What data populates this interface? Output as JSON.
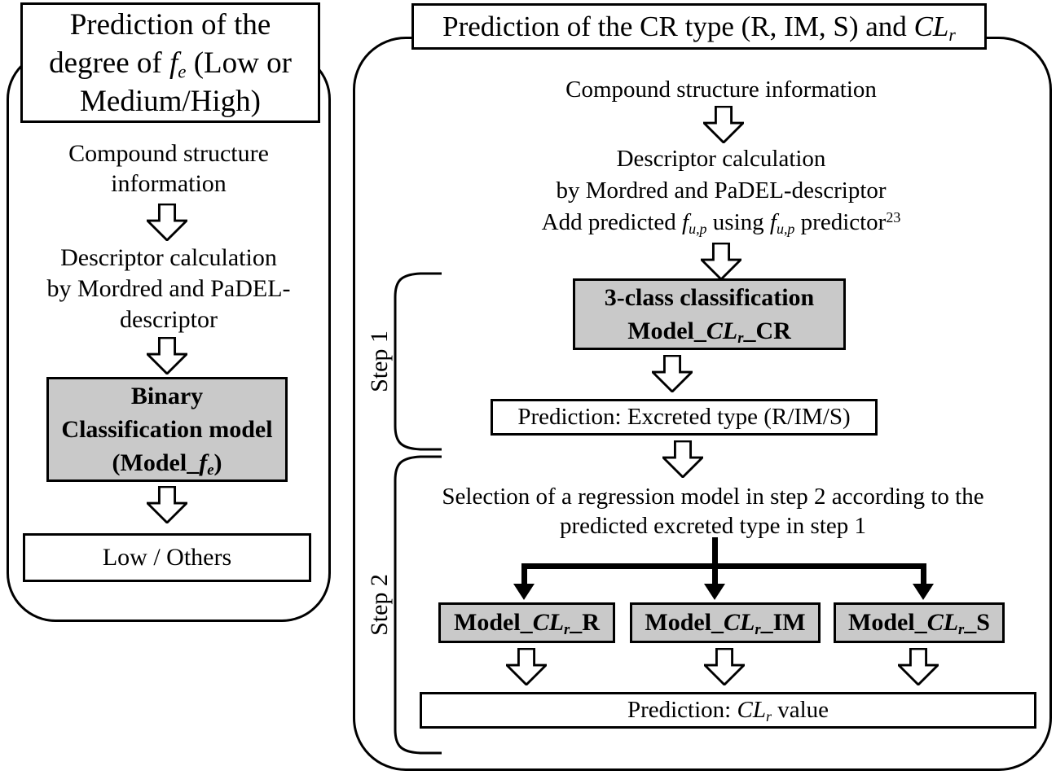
{
  "colors": {
    "background": "#ffffff",
    "line": "#000000",
    "model_box_fill": "#c9c9c9"
  },
  "left": {
    "title": {
      "line1": "Prediction of the",
      "line2_pre": "degree of ",
      "line2_f": "f",
      "line2_fsub": "e",
      "line2_post": " (Low or",
      "line3": "Medium/High)"
    },
    "compound_line1": "Compound structure",
    "compound_line2": "information",
    "descriptor_line1": "Descriptor calculation",
    "descriptor_line2": "by Mordred and PaDEL-",
    "descriptor_line3": "descriptor",
    "model_box": {
      "line1": "Binary",
      "line2": "Classification model",
      "line3_pre": "(Model_",
      "line3_f": "f",
      "line3_fsub": "e",
      "line3_post": ")"
    },
    "result_box": "Low / Others"
  },
  "right": {
    "title": {
      "pre": "Prediction of the CR type (R, IM, S) and ",
      "cl": "CL",
      "clsub": "r"
    },
    "compound": "Compound structure information",
    "descriptor": {
      "line1": "Descriptor calculation",
      "line2": "by Mordred and PaDEL-descriptor",
      "line3_pre": "Add predicted ",
      "line3_f1": "f",
      "line3_f1sub": "u,p",
      "line3_mid": " using ",
      "line3_f2": "f",
      "line3_f2sub": "u,p",
      "line3_post": " predictor",
      "line3_sup": "23"
    },
    "class_box": {
      "line1": "3-class classification",
      "line2_pre": "Model_",
      "line2_cl": "CL",
      "line2_clsub": "r",
      "line2_post": "_CR"
    },
    "excreted_box": "Prediction: Excreted type (R/IM/S)",
    "selection_line1": "Selection of a regression model in step 2 according to the",
    "selection_line2": "predicted excreted type in step 1",
    "model_r": {
      "pre": "Model_",
      "cl": "CL",
      "sub": "r",
      "post": "_R"
    },
    "model_im": {
      "pre": "Model_",
      "cl": "CL",
      "sub": "r",
      "post": "_IM"
    },
    "model_s": {
      "pre": "Model_",
      "cl": "CL",
      "sub": "r",
      "post": "_S"
    },
    "final_box": {
      "pre": "Prediction: ",
      "cl": "CL",
      "sub": "r",
      "post": " value"
    },
    "step1_label": "Step 1",
    "step2_label": "Step 2"
  }
}
